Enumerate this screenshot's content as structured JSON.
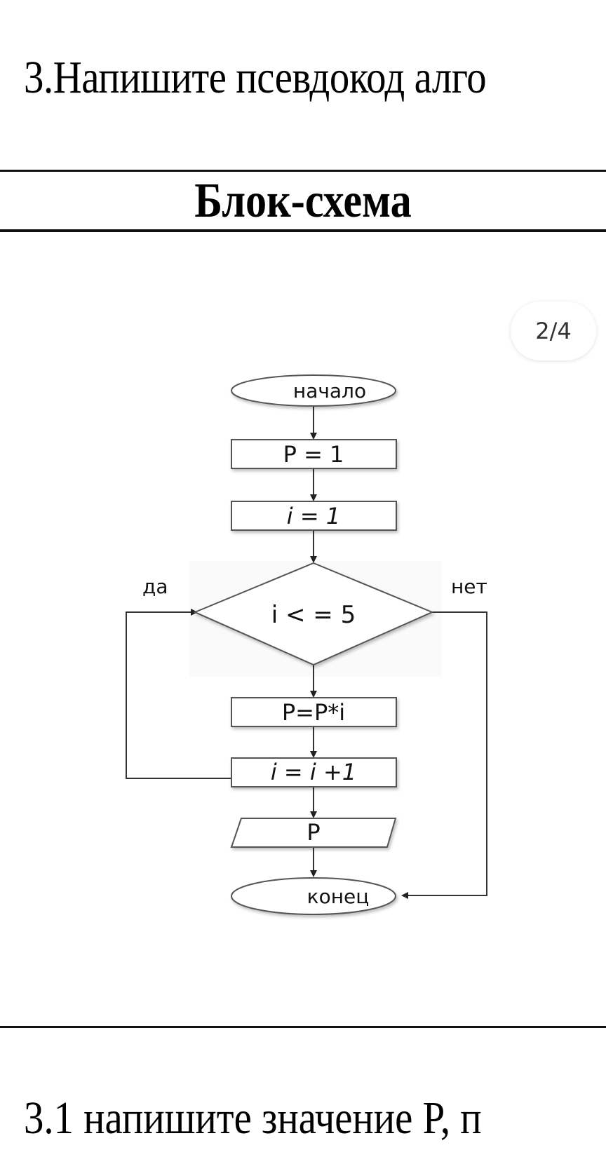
{
  "question": {
    "title": "3.Напишите псевдокод алго",
    "subquestion": "3.1 напишите значение P, п"
  },
  "table": {
    "header": "Блок-схема"
  },
  "viewer": {
    "page_indicator": "2/4"
  },
  "flowchart": {
    "start": "начало",
    "init_p": "P = 1",
    "init_i": "i = 1",
    "condition": "i < = 5",
    "yes_label": "да",
    "no_label": "нет",
    "body_multiply": "P=P*i",
    "body_increment": "i = i +1",
    "output": "P",
    "end": "конец"
  }
}
